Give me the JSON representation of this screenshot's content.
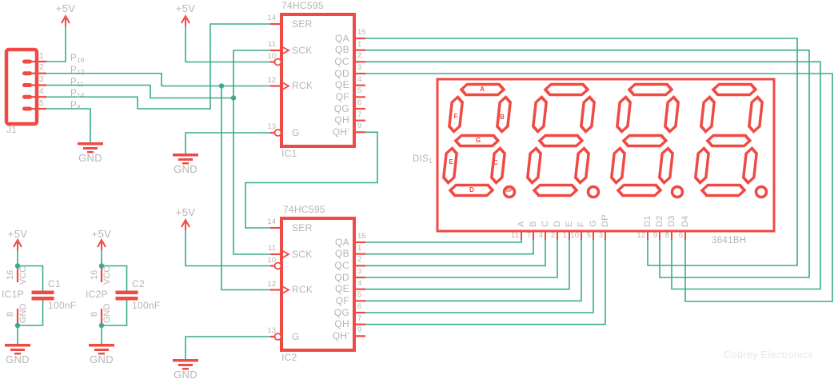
{
  "colors": {
    "component": "#ef4a43",
    "net": "#3aab8c",
    "label": "#b5b5b5",
    "watermark": "#e7e7e7"
  },
  "watermark": "Codrey Electronics",
  "power": {
    "vcc": "+5V",
    "gnd": "GND"
  },
  "j1": {
    "ref": "J1",
    "pins": [
      {
        "number": "1",
        "net_main": "P",
        "net_sub": "16"
      },
      {
        "number": "2",
        "net_main": "P",
        "net_sub": "12"
      },
      {
        "number": "3",
        "net_main": "P",
        "net_sub": "11"
      },
      {
        "number": "4",
        "net_main": "P",
        "net_sub": "14"
      },
      {
        "number": "5",
        "net_main": "P",
        "net_sub": "8"
      }
    ]
  },
  "ic1": {
    "part": "74HC595",
    "ref": "IC1",
    "left_pins": [
      {
        "number": "14",
        "name": "SER",
        "type": "plain"
      },
      {
        "number": "11",
        "name": "SCK",
        "type": "clock"
      },
      {
        "number": "10",
        "name": "",
        "type": "inverted"
      },
      {
        "number": "12",
        "name": "RCK",
        "type": "clock"
      },
      {
        "number": "13",
        "name": "G",
        "type": "inverted"
      }
    ],
    "right_pins": [
      {
        "number": "15",
        "name": "QA"
      },
      {
        "number": "1",
        "name": "QB"
      },
      {
        "number": "2",
        "name": "QC"
      },
      {
        "number": "3",
        "name": "QD"
      },
      {
        "number": "4",
        "name": "QE"
      },
      {
        "number": "5",
        "name": "QF"
      },
      {
        "number": "6",
        "name": "QG"
      },
      {
        "number": "7",
        "name": "QH"
      },
      {
        "number": "9",
        "name": "QH'"
      }
    ]
  },
  "ic2": {
    "part": "74HC595",
    "ref": "IC2",
    "left_pins": [
      {
        "number": "14",
        "name": "SER",
        "type": "plain"
      },
      {
        "number": "11",
        "name": "SCK",
        "type": "clock"
      },
      {
        "number": "10",
        "name": "",
        "type": "inverted"
      },
      {
        "number": "12",
        "name": "RCK",
        "type": "clock"
      },
      {
        "number": "13",
        "name": "G",
        "type": "inverted"
      }
    ],
    "right_pins": [
      {
        "number": "15",
        "name": "QA"
      },
      {
        "number": "1",
        "name": "QB"
      },
      {
        "number": "2",
        "name": "QC"
      },
      {
        "number": "3",
        "name": "QD"
      },
      {
        "number": "4",
        "name": "QE"
      },
      {
        "number": "5",
        "name": "QF"
      },
      {
        "number": "6",
        "name": "QG"
      },
      {
        "number": "7",
        "name": "QH"
      },
      {
        "number": "9",
        "name": "QH'"
      }
    ]
  },
  "display": {
    "ref_main": "DIS",
    "ref_sub": "1",
    "part": "3641BH",
    "digits": 4,
    "digit1_segment_labels": [
      "A",
      "F",
      "B",
      "G",
      "E",
      "C",
      "D",
      "DP"
    ],
    "segment_pins": [
      {
        "label": "A",
        "number": "11"
      },
      {
        "label": "B",
        "number": "7"
      },
      {
        "label": "C",
        "number": "4"
      },
      {
        "label": "D",
        "number": "2"
      },
      {
        "label": "E",
        "number": "1"
      },
      {
        "label": "F",
        "number": "10"
      },
      {
        "label": "G",
        "number": "5"
      },
      {
        "label": "DP",
        "number": "3"
      }
    ],
    "digit_pins": [
      {
        "label": "D1",
        "number": "12"
      },
      {
        "label": "D2",
        "number": "9"
      },
      {
        "label": "D3",
        "number": "8"
      },
      {
        "label": "D4",
        "number": "6"
      }
    ]
  },
  "capacitors": [
    {
      "ref": "C1",
      "value": "100nF",
      "power_ref": "IC1P",
      "vcc_pin_number": "16",
      "vcc_pin_name": "VCC",
      "gnd_pin_number": "8",
      "gnd_pin_name": "GND"
    },
    {
      "ref": "C2",
      "value": "100nF",
      "power_ref": "IC2P",
      "vcc_pin_number": "16",
      "vcc_pin_name": "VCC",
      "gnd_pin_number": "8",
      "gnd_pin_name": "GND"
    }
  ]
}
